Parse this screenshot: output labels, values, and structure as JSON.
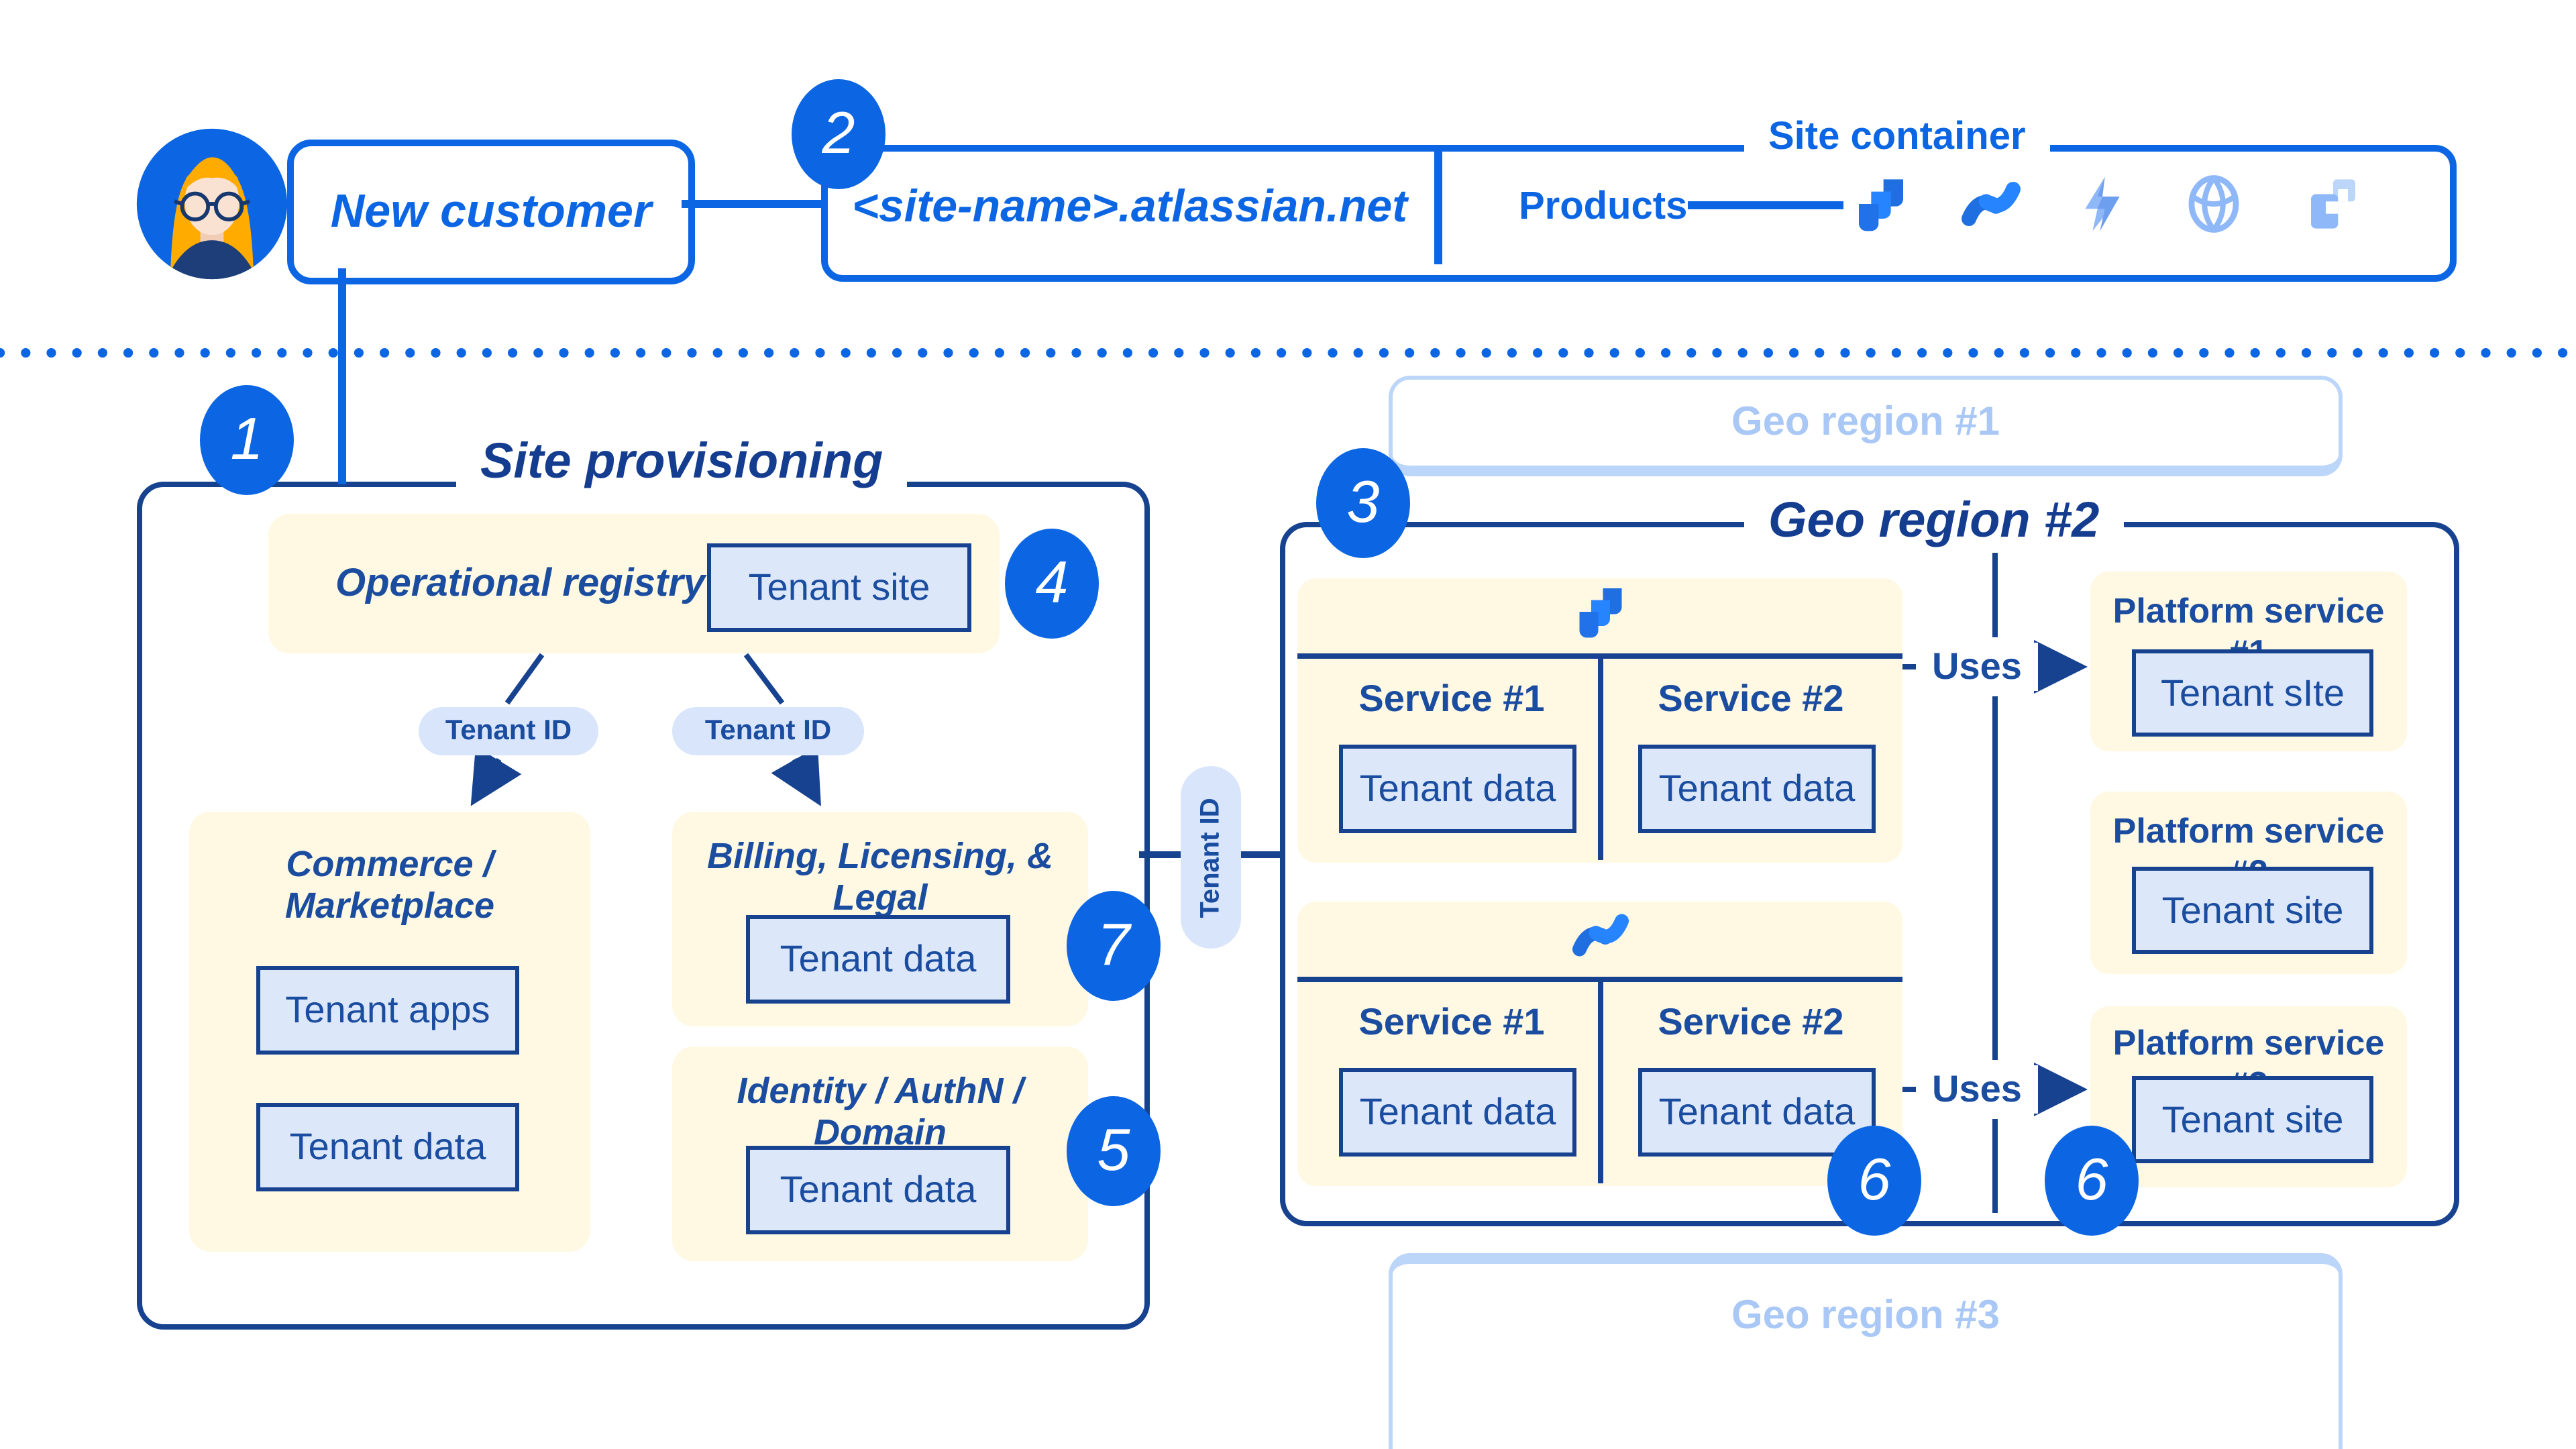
{
  "header": {
    "customer": "New customer",
    "site_url": "<site-name>.atlassian.net",
    "site_container": "Site container",
    "products": "Products",
    "product_icons": [
      "jira",
      "confluence",
      "lightning",
      "globe",
      "grid"
    ]
  },
  "badges": {
    "b1": "1",
    "b2": "2",
    "b3": "3",
    "b4": "4",
    "b5": "5",
    "b6a": "6",
    "b6b": "6",
    "b7": "7"
  },
  "provisioning": {
    "title": "Site provisioning",
    "operational_registry": "Operational registry",
    "tenant_site": "Tenant site",
    "tenant_id_left": "Tenant ID",
    "tenant_id_right": "Tenant ID",
    "commerce": {
      "title": "Commerce / Marketplace",
      "tenant_apps": "Tenant apps",
      "tenant_data": "Tenant data"
    },
    "billing": {
      "title": "Billing, Licensing, & Legal",
      "tenant_data": "Tenant data"
    },
    "identity": {
      "title": "Identity / AuthN / Domain",
      "tenant_data": "Tenant data"
    }
  },
  "connector": {
    "tenant_id": "Tenant ID"
  },
  "regions": {
    "geo1": "Geo region #1",
    "geo2": {
      "title": "Geo region #2",
      "jira": {
        "service1": "Service #1",
        "service2": "Service #2",
        "tenant_data1": "Tenant data",
        "tenant_data2": "Tenant data"
      },
      "confluence": {
        "service1": "Service #1",
        "service2": "Service #2",
        "tenant_data1": "Tenant data",
        "tenant_data2": "Tenant data"
      },
      "uses1": "Uses",
      "uses2": "Uses",
      "platform_services": [
        {
          "title": "Platform service #1",
          "box": "Tenant sIte"
        },
        {
          "title": "Platform service #2",
          "box": "Tenant site"
        },
        {
          "title": "Platform service #3",
          "box": "Tenant site"
        }
      ]
    },
    "geo3": "Geo region #3"
  },
  "colors": {
    "accent": "#0C66E4",
    "navy_border": "#17428F",
    "navy_text": "#1A4C9F",
    "cream": "#FFF8E3",
    "light_blue_fill": "#DCE7FA",
    "pill_fill": "#D8E5FB",
    "faded_blue": "#BCD6FA",
    "hair_orange": "#FFAB00"
  }
}
